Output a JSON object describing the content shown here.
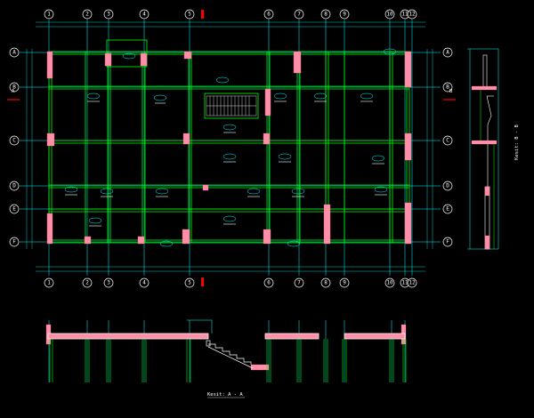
{
  "plan": {
    "grid_x_labels": [
      "1",
      "2",
      "3",
      "4",
      "5",
      "6",
      "7",
      "8",
      "9",
      "10",
      "11",
      "12"
    ],
    "grid_y_labels": [
      "A",
      "B",
      "C",
      "D",
      "E",
      "F"
    ],
    "section_mark_a": "A",
    "section_mark_b": "B"
  },
  "sections": {
    "a_a_title": "Kesit: A - A",
    "b_b_title": "Kesit: B - B"
  },
  "colors": {
    "background": "#000000",
    "grid_line": "#00ffff",
    "beam": "#00ff00",
    "column": "#ff7f9f",
    "axis_bubble": "#ffffff",
    "section_marker": "#ff0000",
    "annotation": "#00ffff"
  }
}
